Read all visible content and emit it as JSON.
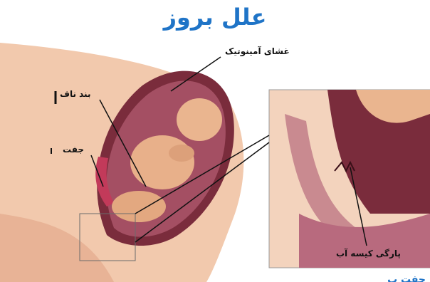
{
  "title": "علل بروز",
  "labels": {
    "amniotic_membrane": "غشای آمینوتیک",
    "umbilical_cord": "بند ناف",
    "placenta": "جفت",
    "sac_rupture": "پارگی کیسه آب"
  },
  "cut_text": "جفت ب",
  "colors": {
    "title": "#1f74c7",
    "skin": "#f0c3a6",
    "uterus_wall": "#7a2c3c",
    "uterus_inner": "#b05a6e",
    "placenta": "#c23a5a",
    "fetus": "#eab58f",
    "lines": "#111111"
  }
}
